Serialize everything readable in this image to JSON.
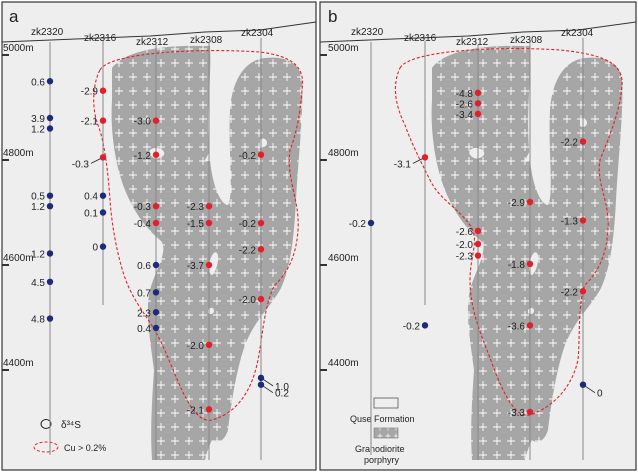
{
  "colors": {
    "panel_bg": "#eeeeee",
    "granodiorite": "#a6a6a6",
    "cross": "#ffffff",
    "hole_line": "#888888",
    "red_dot": "#e0202a",
    "blue_dot": "#1e2a7a",
    "cu_line": "#e0202a",
    "frame": "#333333"
  },
  "panels": [
    {
      "label": "a",
      "holes": [
        "zk2320",
        "zk2316",
        "zk2312",
        "zk2308",
        "zk2304"
      ],
      "elevations": [
        "5000m",
        "4800m",
        "4600m",
        "4400m"
      ],
      "legend": {
        "symbol_label": "δ³⁴S",
        "cu_label": "Cu > 0.2%"
      },
      "samples": [
        {
          "hole": 0,
          "elev": 4950,
          "v": "0.6",
          "c": "blue"
        },
        {
          "hole": 0,
          "elev": 4880,
          "v": "3.9",
          "c": "blue"
        },
        {
          "hole": 0,
          "elev": 4860,
          "v": "1.2",
          "c": "blue"
        },
        {
          "hole": 0,
          "elev": 4732,
          "v": "0.5",
          "c": "blue"
        },
        {
          "hole": 0,
          "elev": 4712,
          "v": "1.2",
          "c": "blue"
        },
        {
          "hole": 0,
          "elev": 4622,
          "v": "1.2",
          "c": "blue"
        },
        {
          "hole": 0,
          "elev": 4568,
          "v": "4.5",
          "c": "blue"
        },
        {
          "hole": 0,
          "elev": 4498,
          "v": "4.8",
          "c": "blue"
        },
        {
          "hole": 1,
          "elev": 4932,
          "v": "-2.9",
          "c": "red"
        },
        {
          "hole": 1,
          "elev": 4875,
          "v": "-2.1",
          "c": "red"
        },
        {
          "hole": 1,
          "elev": 4805,
          "v": "-0.3",
          "c": "red",
          "leader": true
        },
        {
          "hole": 1,
          "elev": 4732,
          "v": "0.4",
          "c": "blue"
        },
        {
          "hole": 1,
          "elev": 4700,
          "v": "0.1",
          "c": "blue"
        },
        {
          "hole": 1,
          "elev": 4635,
          "v": "0",
          "c": "blue"
        },
        {
          "hole": 2,
          "elev": 4875,
          "v": "-3.0",
          "c": "red"
        },
        {
          "hole": 2,
          "elev": 4810,
          "v": "-1.2",
          "c": "red"
        },
        {
          "hole": 2,
          "elev": 4712,
          "v": "-0.3",
          "c": "red"
        },
        {
          "hole": 2,
          "elev": 4680,
          "v": "-0.4",
          "c": "red"
        },
        {
          "hole": 2,
          "elev": 4600,
          "v": "0.6",
          "c": "blue"
        },
        {
          "hole": 2,
          "elev": 4548,
          "v": "0.7",
          "c": "blue"
        },
        {
          "hole": 2,
          "elev": 4510,
          "v": "2.3",
          "c": "blue"
        },
        {
          "hole": 2,
          "elev": 4480,
          "v": "0.4",
          "c": "blue"
        },
        {
          "hole": 3,
          "elev": 4712,
          "v": "-2.3",
          "c": "red"
        },
        {
          "hole": 3,
          "elev": 4680,
          "v": "-1.5",
          "c": "red"
        },
        {
          "hole": 3,
          "elev": 4600,
          "v": "-3.7",
          "c": "red"
        },
        {
          "hole": 3,
          "elev": 4448,
          "v": "-2.0",
          "c": "red"
        },
        {
          "hole": 3,
          "elev": 4325,
          "v": "-2.1",
          "c": "red"
        },
        {
          "hole": 4,
          "elev": 4810,
          "v": "-0.2",
          "c": "red"
        },
        {
          "hole": 4,
          "elev": 4680,
          "v": "-0.2",
          "c": "red"
        },
        {
          "hole": 4,
          "elev": 4630,
          "v": "-2.2",
          "c": "red"
        },
        {
          "hole": 4,
          "elev": 4535,
          "v": "-2.0",
          "c": "red"
        },
        {
          "hole": 4,
          "elev": 4385,
          "v": "1.0",
          "c": "blue",
          "leader": true
        },
        {
          "hole": 4,
          "elev": 4372,
          "v": "0.2",
          "c": "blue",
          "leader": true
        }
      ]
    },
    {
      "label": "b",
      "holes": [
        "zk2320",
        "zk2316",
        "zk2312",
        "zk2308",
        "zk2304"
      ],
      "elevations": [
        "5000m",
        "4800m",
        "4600m",
        "4400m"
      ],
      "legend": {
        "quse_label": "Quse Formation",
        "grano_label1": "Granodiorite",
        "grano_label2": "porphyry"
      },
      "samples": [
        {
          "hole": 0,
          "elev": 4680,
          "v": "-0.2",
          "c": "blue"
        },
        {
          "hole": 1,
          "elev": 4485,
          "v": "-0.2",
          "c": "blue"
        },
        {
          "hole": 1,
          "elev": 4805,
          "v": "-3.1",
          "c": "red",
          "leader": true
        },
        {
          "hole": 2,
          "elev": 4928,
          "v": "-4.8",
          "c": "red"
        },
        {
          "hole": 2,
          "elev": 4908,
          "v": "-2.6",
          "c": "red"
        },
        {
          "hole": 2,
          "elev": 4888,
          "v": "-3.4",
          "c": "red"
        },
        {
          "hole": 2,
          "elev": 4665,
          "v": "-2.6",
          "c": "red"
        },
        {
          "hole": 2,
          "elev": 4640,
          "v": "-2.0",
          "c": "red"
        },
        {
          "hole": 2,
          "elev": 4618,
          "v": "-2.3",
          "c": "red"
        },
        {
          "hole": 3,
          "elev": 4720,
          "v": "-2.9",
          "c": "red"
        },
        {
          "hole": 3,
          "elev": 4602,
          "v": "-1.8",
          "c": "red"
        },
        {
          "hole": 3,
          "elev": 4485,
          "v": "-3.6",
          "c": "red"
        },
        {
          "hole": 3,
          "elev": 4320,
          "v": "-3.3",
          "c": "red"
        },
        {
          "hole": 4,
          "elev": 4835,
          "v": "-2.2",
          "c": "red"
        },
        {
          "hole": 4,
          "elev": 4685,
          "v": "-1.3",
          "c": "red"
        },
        {
          "hole": 4,
          "elev": 4550,
          "v": "-2.2",
          "c": "red"
        },
        {
          "hole": 4,
          "elev": 4372,
          "v": "0",
          "c": "blue",
          "leader": true
        }
      ]
    }
  ]
}
